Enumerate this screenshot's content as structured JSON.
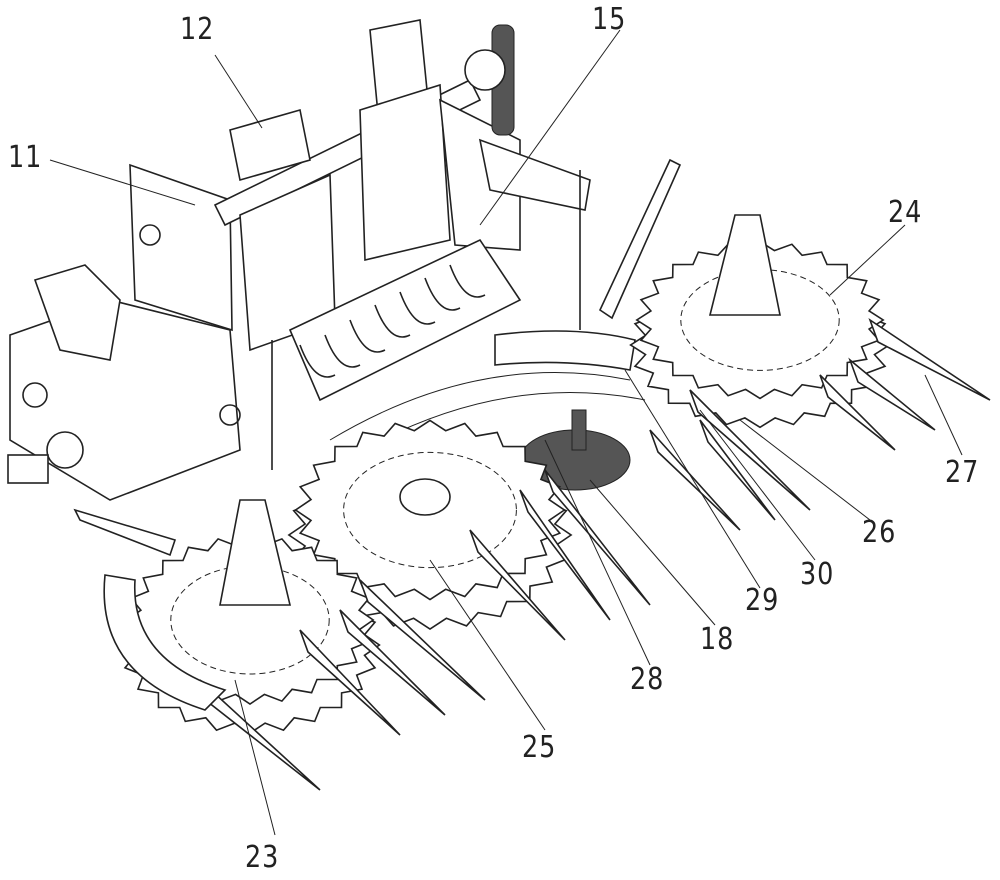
{
  "figure": {
    "labels": [
      {
        "id": "l12",
        "text": "12"
      },
      {
        "id": "l15",
        "text": "15"
      },
      {
        "id": "l11",
        "text": "11"
      },
      {
        "id": "l24",
        "text": "24"
      },
      {
        "id": "l27",
        "text": "27"
      },
      {
        "id": "l26",
        "text": "26"
      },
      {
        "id": "l30",
        "text": "30"
      },
      {
        "id": "l29",
        "text": "29"
      },
      {
        "id": "l18",
        "text": "18"
      },
      {
        "id": "l28",
        "text": "28"
      },
      {
        "id": "l25",
        "text": "25"
      },
      {
        "id": "l23",
        "text": "23"
      }
    ]
  }
}
